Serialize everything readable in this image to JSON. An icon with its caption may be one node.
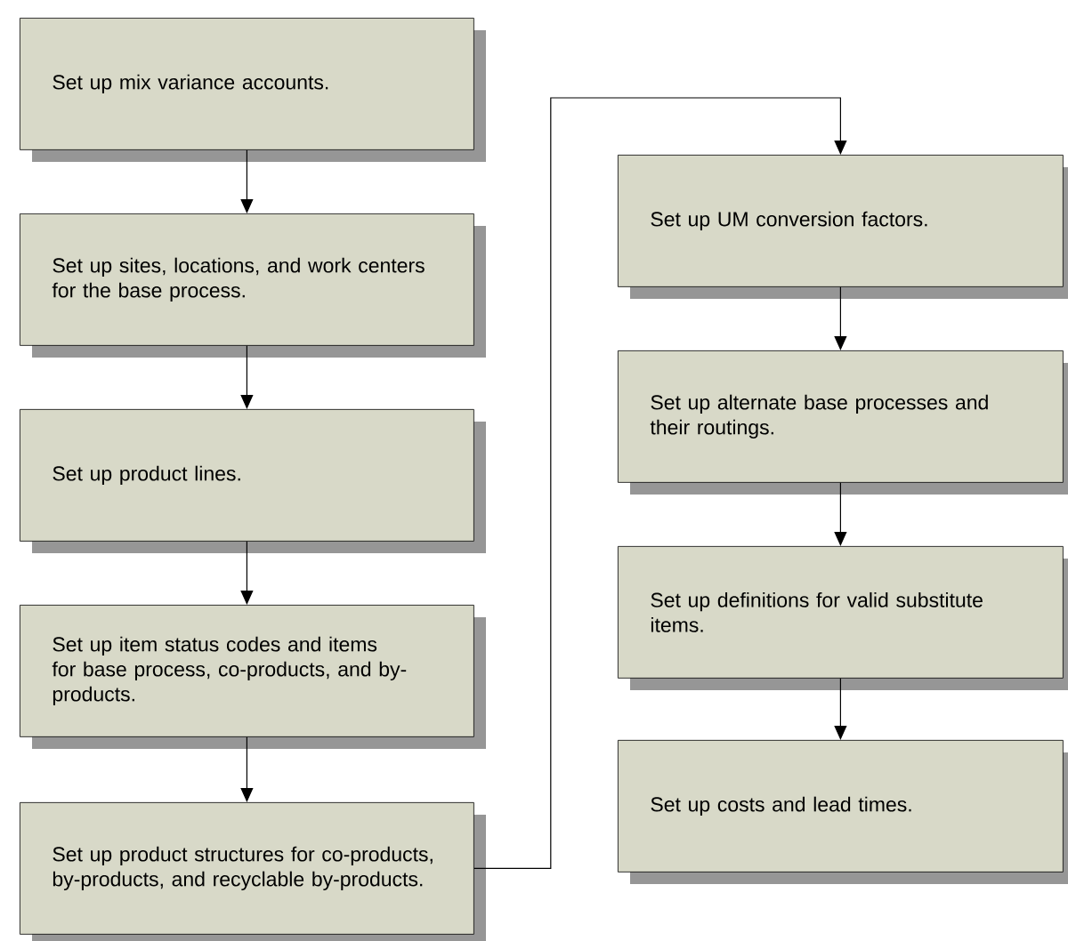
{
  "diagram": {
    "nodes": [
      {
        "text": [
          "Set up mix variance accounts."
        ]
      },
      {
        "text": [
          "Set up sites, locations, and work centers for the base process."
        ]
      },
      {
        "text": [
          "Set up product lines."
        ]
      },
      {
        "text": [
          "Set up item status codes and items for base process, co-products, and by-products."
        ]
      },
      {
        "text": [
          "Set up product structures for co-products, by-products, and recyclable by-products."
        ]
      },
      {
        "text": [
          "Set up UM conversion factors."
        ]
      },
      {
        "text": [
          "Set up alternate base processes and their routings."
        ]
      },
      {
        "text": [
          "Set up definitions for valid substitute items."
        ]
      },
      {
        "text": [
          "Set up costs and lead times."
        ]
      }
    ],
    "edges": [
      {
        "from": 0,
        "to": 1,
        "arrow": "to"
      },
      {
        "from": 1,
        "to": 2,
        "arrow": "to"
      },
      {
        "from": 2,
        "to": 3,
        "arrow": "to"
      },
      {
        "from": 3,
        "to": 4,
        "arrow": "to"
      },
      {
        "from": 4,
        "to": 5,
        "arrow": "to"
      },
      {
        "from": 5,
        "to": 6,
        "arrow": "to"
      },
      {
        "from": 6,
        "to": 7,
        "arrow": "to"
      },
      {
        "from": 7,
        "to": 8,
        "arrow": "to"
      }
    ]
  }
}
